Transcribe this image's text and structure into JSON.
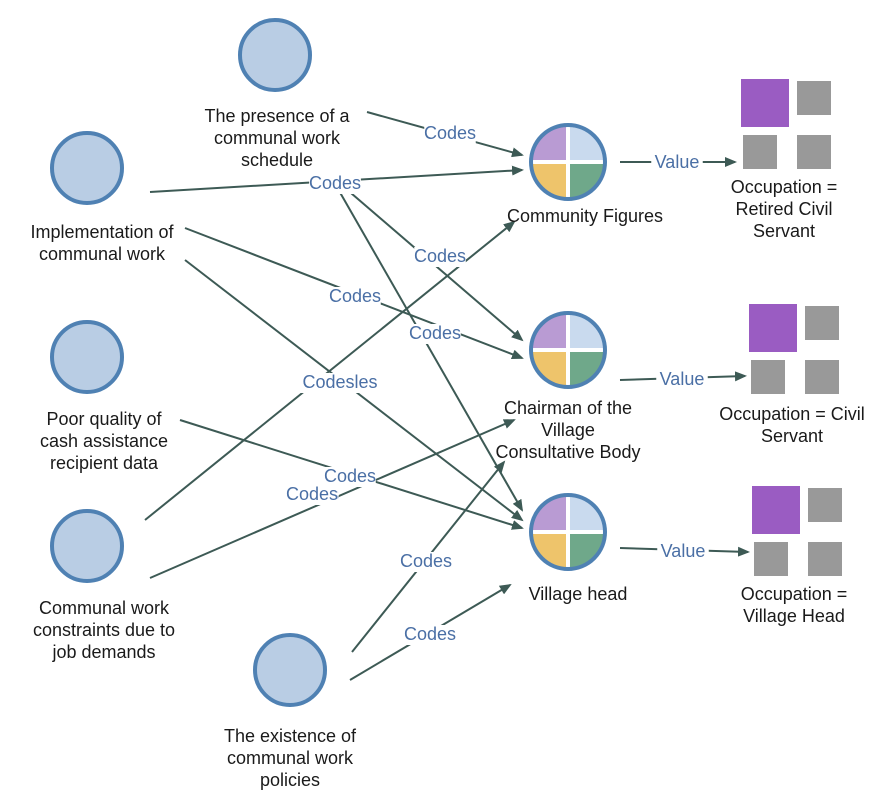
{
  "colors": {
    "node_fill": "#b9cde4",
    "node_stroke": "#4f81b3",
    "edge": "#3d5a55",
    "edge_label": "#4a6fa5",
    "quad_purple": "#b99bd3",
    "quad_blue": "#c9daee",
    "quad_yellow": "#eec46b",
    "quad_green": "#6fa88a",
    "attr_purple": "#9a5cc2",
    "attr_gray": "#999999"
  },
  "code_nodes": [
    {
      "id": "presence",
      "label_lines": [
        "The presence of a",
        "communal work",
        "schedule"
      ]
    },
    {
      "id": "implementation",
      "label_lines": [
        "Implementation of",
        "communal work"
      ]
    },
    {
      "id": "poor_quality",
      "label_lines": [
        "Poor quality of",
        "cash assistance",
        "recipient data"
      ]
    },
    {
      "id": "constraints",
      "label_lines": [
        "Communal work",
        "constraints due to",
        "job demands"
      ]
    },
    {
      "id": "existence",
      "label_lines": [
        "The existence of",
        "communal work",
        "policies"
      ]
    }
  ],
  "case_nodes": [
    {
      "id": "community",
      "label_lines": [
        "Community Figures"
      ],
      "icon": "case-quadrant-icon"
    },
    {
      "id": "chairman",
      "label_lines": [
        "Chairman of the",
        "Village",
        "Consultative Body"
      ],
      "icon": "case-quadrant-icon"
    },
    {
      "id": "village_head",
      "label_lines": [
        "Village head"
      ],
      "icon": "case-quadrant-icon"
    }
  ],
  "attribute_nodes": [
    {
      "id": "attr_community",
      "case": "community",
      "label_lines": [
        "Occupation =",
        "Retired Civil",
        "Servant"
      ],
      "icon": "attribute-grid-icon"
    },
    {
      "id": "attr_chairman",
      "case": "chairman",
      "label_lines": [
        "Occupation = Civil",
        "Servant"
      ],
      "icon": "attribute-grid-icon"
    },
    {
      "id": "attr_village_head",
      "case": "village_head",
      "label_lines": [
        "Occupation =",
        "Village Head"
      ],
      "icon": "attribute-grid-icon"
    }
  ],
  "code_edges": [
    {
      "from": "presence",
      "to": "community",
      "label": "Codes"
    },
    {
      "from": "presence",
      "to": "chairman",
      "label": "Codes"
    },
    {
      "from": "presence",
      "to": "village_head",
      "label": ""
    },
    {
      "from": "implementation",
      "to": "community",
      "label": "Codes"
    },
    {
      "from": "implementation",
      "to": "chairman",
      "label": "Codes"
    },
    {
      "from": "implementation",
      "to": "village_head",
      "label": ""
    },
    {
      "from": "poor_quality",
      "to": "village_head",
      "label": "Codes"
    },
    {
      "from": "constraints",
      "to": "community",
      "label": "Codes"
    },
    {
      "from": "constraints",
      "to": "chairman",
      "label": "Codes"
    },
    {
      "from": "existence",
      "to": "chairman",
      "label": "Codes"
    },
    {
      "from": "existence",
      "to": "village_head",
      "label": "Codes"
    }
  ],
  "value_edges": [
    {
      "from": "community",
      "to": "attr_community",
      "label": "Value"
    },
    {
      "from": "chairman",
      "to": "attr_chairman",
      "label": "Value"
    },
    {
      "from": "village_head",
      "to": "attr_village_head",
      "label": "Value"
    }
  ],
  "floating_labels": [
    {
      "id": "codes_overlap_a",
      "text": "Codes"
    },
    {
      "id": "codes_overlap_b",
      "text": "Codes"
    },
    {
      "id": "codes_overlap_c",
      "text": "Codesles"
    },
    {
      "id": "codes_overlap_d",
      "text": "Codes"
    }
  ]
}
